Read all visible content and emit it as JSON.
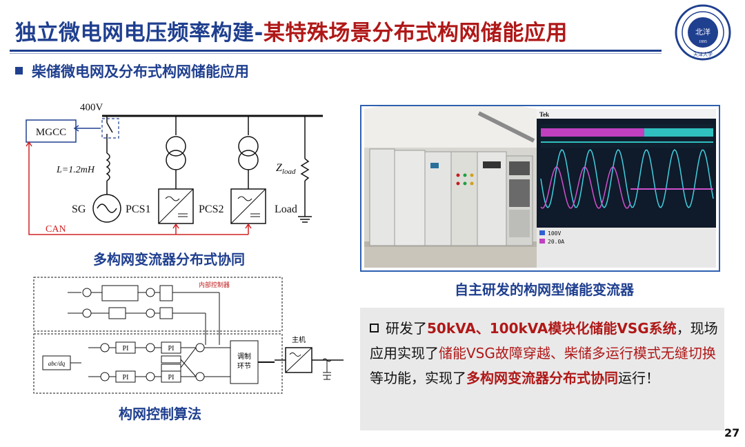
{
  "header": {
    "title_main": "独立微电网电压频率构建",
    "title_dash": "-",
    "title_sub": "某特殊场景分布式构网储能应用",
    "logo_year": "1895",
    "logo_center": "北洋",
    "logo_bottom": "天津大学"
  },
  "section": {
    "title": "柴储微电网及分布式构网储能应用"
  },
  "diagram1": {
    "voltage": "400V",
    "mgcc": "MGCC",
    "inductance": "L=1.2mH",
    "sg": "SG",
    "pcs1": "PCS1",
    "pcs2": "PCS2",
    "load": "Load",
    "zload_main": "Z",
    "zload_sub": "load",
    "can": "CAN",
    "caption": "多构网变流器分布式协同"
  },
  "diagram2": {
    "inner_label": "内部控制器",
    "pi": "PI",
    "abc": "abc/dq",
    "host": "主机",
    "modulation_1": "调制",
    "modulation_2": "环节",
    "caption": "构网控制算法"
  },
  "photo": {
    "caption": "自主研发的构网型储能变流器",
    "scope_brand": "Tek",
    "ch1": "100V",
    "ch2": "20.0A"
  },
  "text": {
    "p1": "研发了",
    "p2": "50kVA、100kVA模块化储能VSG系统",
    "p3": "，现场应用实现了",
    "p4": "储能VSG故障穿越、柴储多运行模式无缝切换",
    "p5": "等功能，实现了",
    "p6": "多构网变流器分布式协同",
    "p7": "运行！"
  },
  "page_number": "27",
  "colors": {
    "title_blue": "#1f3f8f",
    "accent_red": "#b01818",
    "frame_blue": "#2d5fb0",
    "textbox_bg": "#e9e9e9"
  }
}
